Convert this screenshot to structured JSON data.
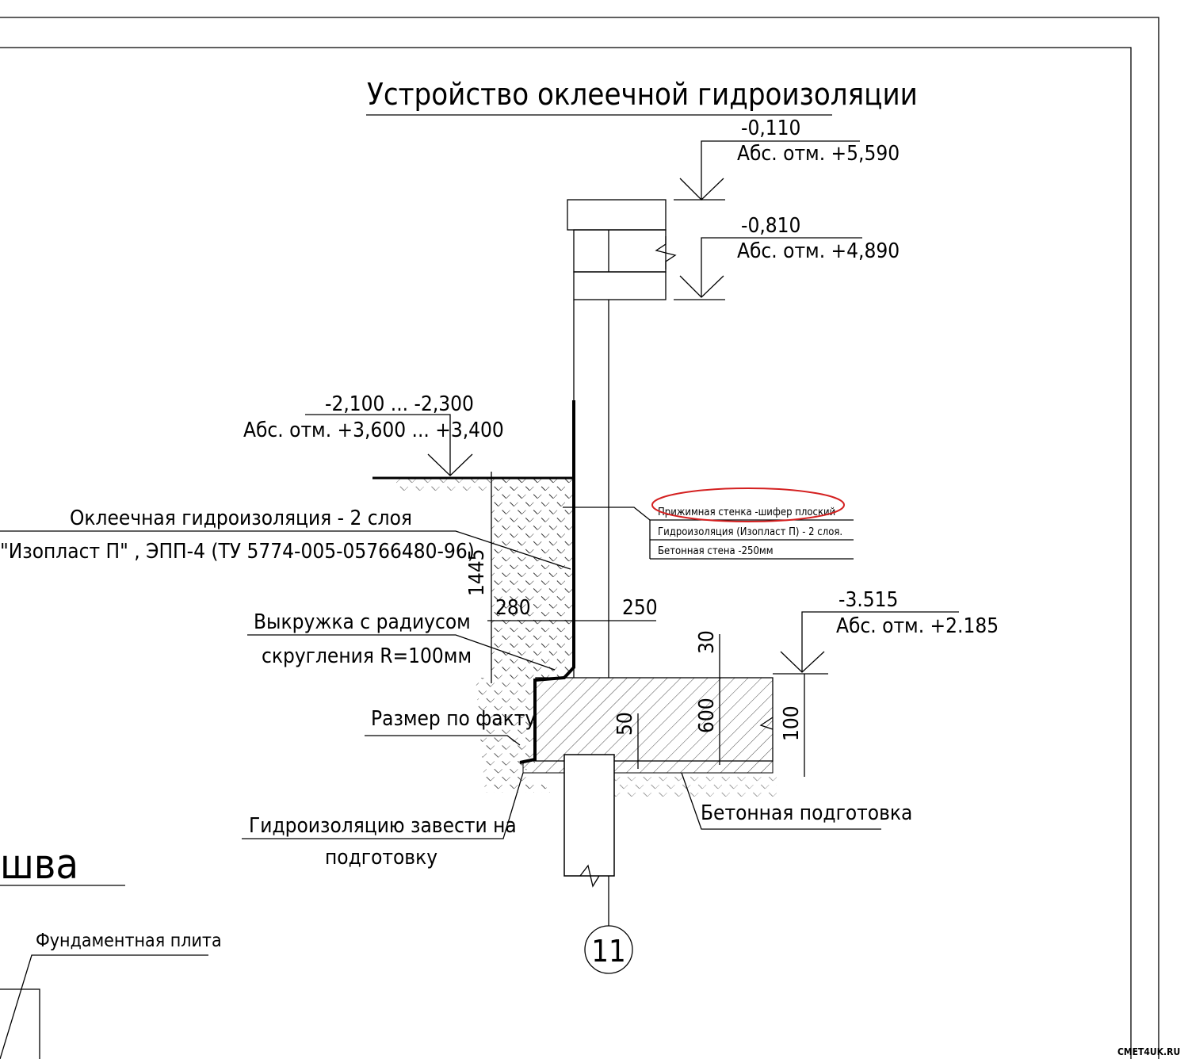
{
  "title": "Устройство оклеечной гидроизоляции",
  "levels": [
    {
      "rel": "-0,110",
      "abs": "Абс. отм. +5,590"
    },
    {
      "rel": "-0,810",
      "abs": "Абс. отм. +4,890"
    },
    {
      "rel": "-2,100 ... -2,300",
      "abs": "Абс. отм. +3,600 ... +3,400"
    },
    {
      "rel": "-3.515",
      "abs": "Абс. отм. +2.185"
    }
  ],
  "notes": {
    "waterproofing_line1": "Оклеечная гидроизоляция - 2 слоя",
    "waterproofing_line2": "\"Изопласт П\" , ЭПП-4  (ТУ 5774-005-05766480-96)",
    "fillet_line1": "Выкружка с радиусом",
    "fillet_line2": "скругления R=100мм",
    "actual_size": "Размер по факту",
    "extend_line1": "Гидроизоляцию завести на",
    "extend_line2": "подготовку",
    "concrete_prep": "Бетонная подготовка",
    "foundation_slab": "Фундаментная плита",
    "seam_fragment": "шва"
  },
  "layers_table": [
    "Прижимная стенка -шифер плоский",
    "Гидроизоляция (Изопласт П) - 2 слоя.",
    "Бетонная стена -250мм"
  ],
  "dimensions": {
    "d1445": "1445",
    "d280": "280",
    "d250": "250",
    "d30": "30",
    "d600": "600",
    "d50": "50",
    "d100": "100"
  },
  "axis_label": "11",
  "watermark": "СМЕТ4UK.RU",
  "colors": {
    "highlight": "#d42020",
    "line": "#000000"
  }
}
